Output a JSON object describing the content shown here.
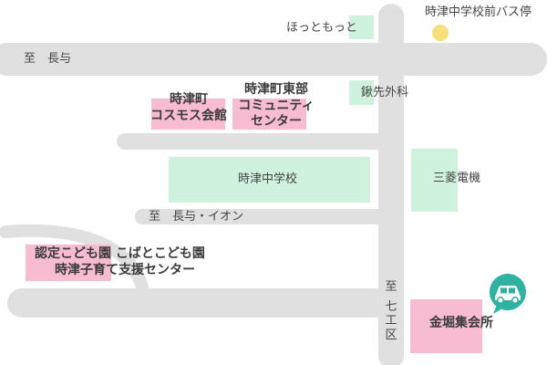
{
  "roads": {
    "top_label": "至　長与",
    "middle_label": "至　長与・イオン",
    "vertical_label_chars": [
      "至",
      "七",
      "工",
      "区"
    ]
  },
  "buildings": {
    "hottomotto": "ほっともっと",
    "nishioka": "鍬先外科",
    "cosmos": [
      "時津町",
      "コスモス会館"
    ],
    "community": [
      "時津町東部",
      "コミュニティ",
      "センター"
    ],
    "school": "時津中学校",
    "mitsubishi": "三菱電機",
    "kindergarten": [
      "認定こども園 こばとこども園",
      "時津子育て支援センター"
    ],
    "kanahori": "金堀集会所"
  },
  "bus_stop": {
    "label": "時津中学校前バス停",
    "color": "#f5e07a"
  },
  "car_marker": {
    "icon": "car-icon",
    "color": "#2fb3a0"
  },
  "colors": {
    "road": "#e0e0e0",
    "green": "#cff2dc",
    "pink": "#f7bcd2"
  }
}
